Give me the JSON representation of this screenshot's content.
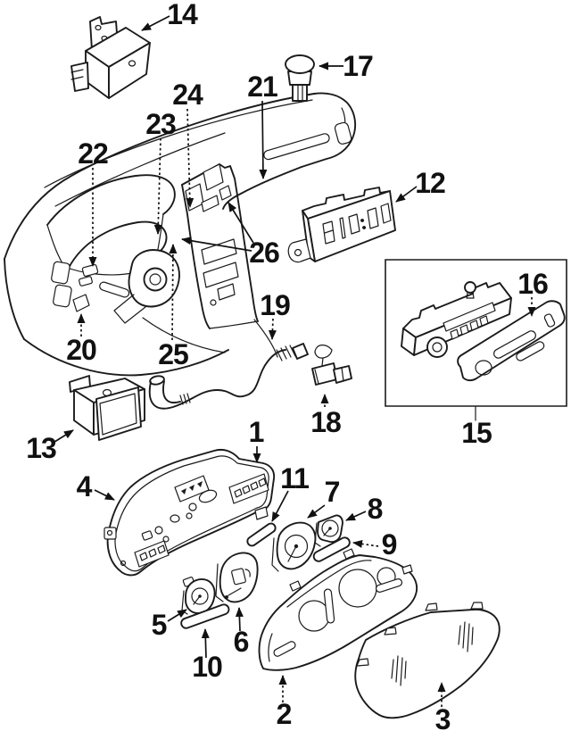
{
  "diagram": {
    "kind": "exploded-parts-diagram",
    "colors": {
      "background": "#ffffff",
      "line": "#1b1b1b",
      "label": "#111111"
    },
    "callouts": {
      "c1": "1",
      "c2": "2",
      "c3": "3",
      "c4": "4",
      "c5": "5",
      "c6": "6",
      "c7": "7",
      "c8": "8",
      "c9": "9",
      "c10": "10",
      "c11": "11",
      "c12": "12",
      "c13": "13",
      "c14": "14",
      "c15": "15",
      "c16": "16",
      "c17": "17",
      "c18": "18",
      "c19": "19",
      "c20": "20",
      "c21": "21",
      "c22": "22",
      "c23": "23",
      "c24": "24",
      "c25": "25",
      "c26": "26"
    }
  }
}
